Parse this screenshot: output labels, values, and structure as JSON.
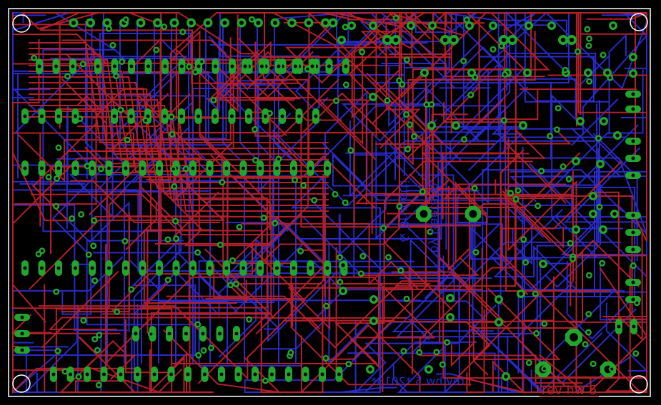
{
  "board": {
    "background_color": "#000000",
    "outline_color": "#ffffff",
    "top_copper_color": "#b3202a",
    "bottom_copper_color": "#2a2ac8",
    "pad_color": "#22a52c",
    "hole_color": "#000000"
  },
  "labels": {
    "rev_top": "rev hw 5",
    "rev_bottom_mirrored": "rev hw 5 *2013*",
    "credit_line_1": "by Gaetano",
    "credit_line_2": "& Brunetti"
  }
}
